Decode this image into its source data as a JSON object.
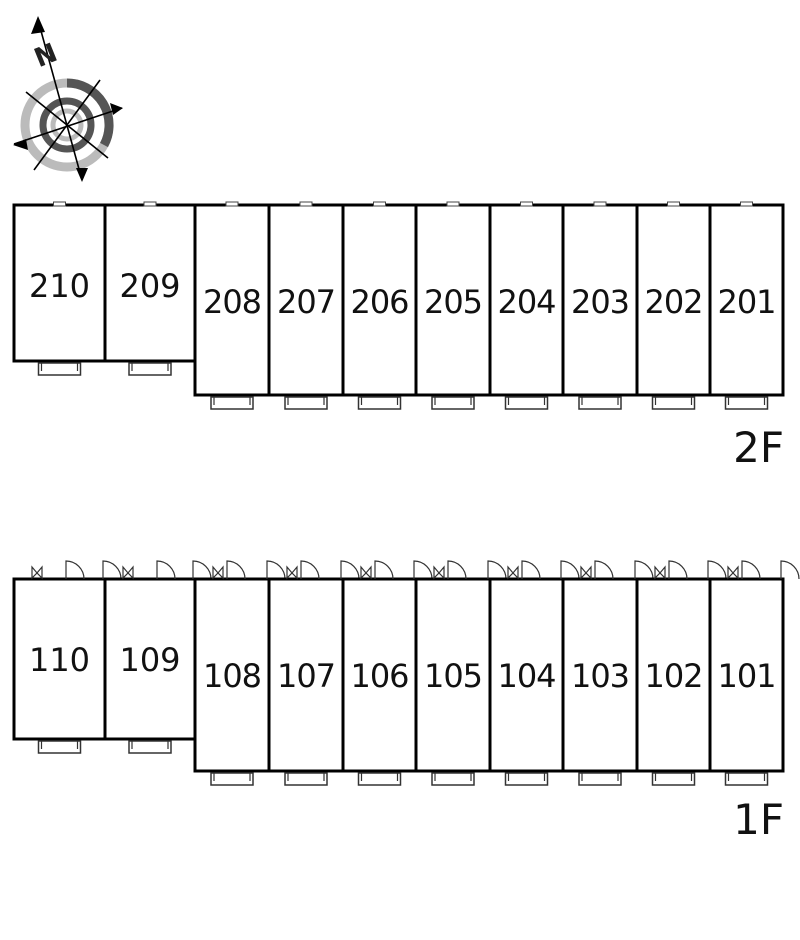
{
  "compass": {
    "letter": "N",
    "icon": "north-arrow-compass-icon"
  },
  "floors": [
    {
      "key": "2F",
      "label": "2F",
      "units": [
        "210",
        "209",
        "208",
        "207",
        "206",
        "205",
        "204",
        "203",
        "202",
        "201"
      ]
    },
    {
      "key": "1F",
      "label": "1F",
      "units": [
        "110",
        "109",
        "108",
        "107",
        "106",
        "105",
        "104",
        "103",
        "102",
        "101"
      ]
    }
  ],
  "colors": {
    "wall": "#000000",
    "compass_dark": "#555555",
    "compass_light": "#bbbbbb"
  }
}
